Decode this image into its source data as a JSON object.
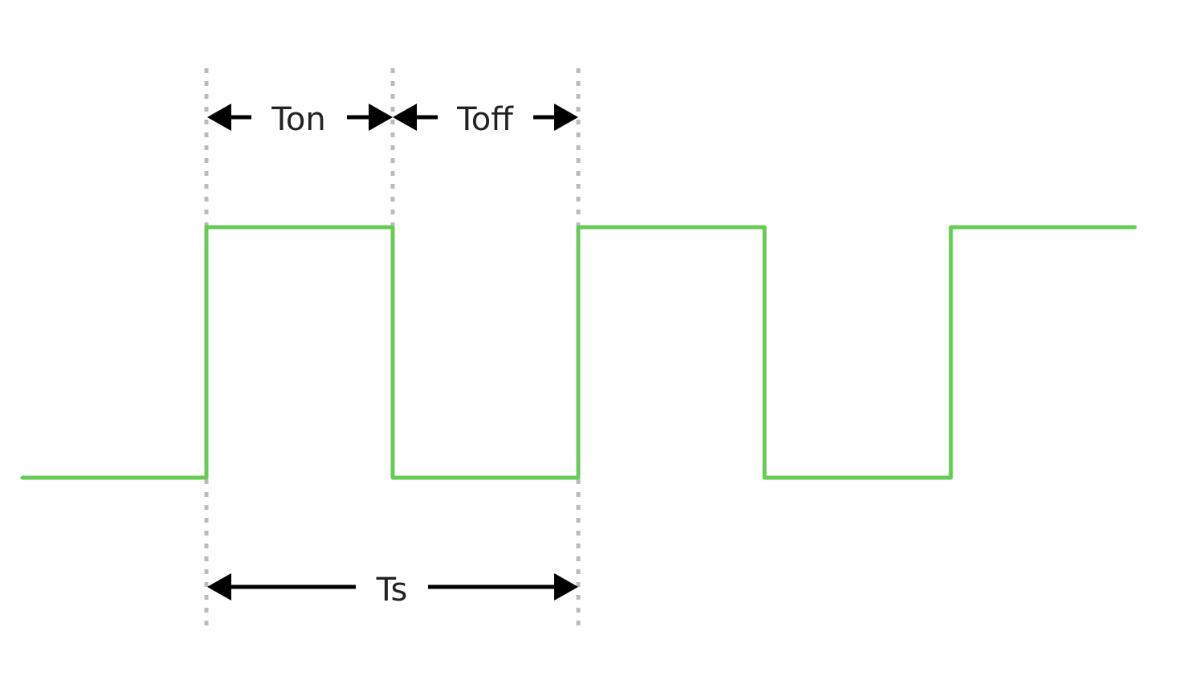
{
  "diagram": {
    "labels": {
      "ton": "Ton",
      "toff": "Toff",
      "ts": "Ts"
    },
    "waveform": {
      "levels": [
        0,
        1,
        0,
        1,
        0,
        1
      ],
      "color": "#66cc55"
    },
    "guide_color": "#bbbbbb",
    "arrow_color": "#000000",
    "text_color": "#222222"
  }
}
